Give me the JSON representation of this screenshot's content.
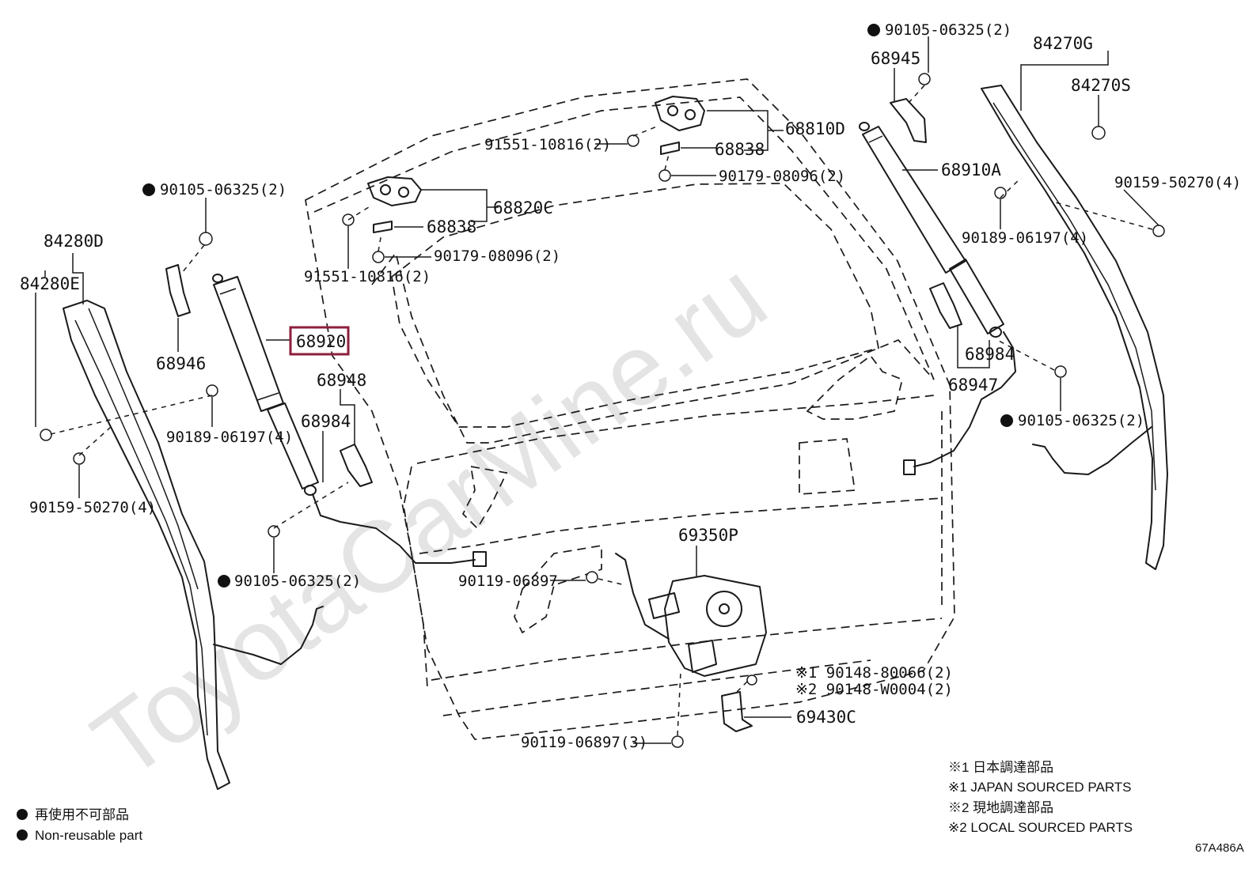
{
  "watermark": "ToyotaCarMine.ru",
  "callouts": {
    "p90105_top": "90105-06325(2)",
    "p68945": "68945",
    "p84270G": "84270G",
    "p84270S": "84270S",
    "p68810D": "68810D",
    "p91551_top": "91551-10816(2)",
    "p68838_top": "68838",
    "p90179_top": "90179-08096(2)",
    "p68910A": "68910A",
    "p90159_right": "90159-50270(4)",
    "p90189_right": "90189-06197(4)",
    "p90105_left_top": "90105-06325(2)",
    "p68820C": "68820C",
    "p68838_mid": "68838",
    "p90179_mid": "90179-08096(2)",
    "p91551_mid": "91551-10816(2)",
    "p84280D": "84280D",
    "p84280E": "84280E",
    "p68946": "68946",
    "p68920": "68920",
    "p68948": "68948",
    "p68984_left": "68984",
    "p68984_right": "68984",
    "p68947": "68947",
    "p90105_right": "90105-06325(2)",
    "p90189_left": "90189-06197(4)",
    "p90159_left": "90159-50270(4)",
    "p69350P": "69350P",
    "p90119_a": "90119-06897",
    "p90105_left_bot": "90105-06325(2)",
    "p90148_1": "※1 90148-80066(2)",
    "p90148_2": "※2 90148-W0004(2)",
    "p69430C": "69430C",
    "p90119_b": "90119-06897(3)"
  },
  "highlight_part": "68920",
  "legend": {
    "non_reusable_jp": "再使用不可部品",
    "non_reusable_en": "Non-reusable part",
    "note1_jp": "※1 日本調達部品",
    "note1_en": "※1 JAPAN SOURCED PARTS",
    "note2_jp": "※2 現地調達部品",
    "note2_en": "※2 LOCAL SOURCED PARTS"
  },
  "figure_code": "67A486A",
  "colors": {
    "highlight": "#8e1e3c",
    "line": "#1a1a1a",
    "watermark": "#e4e4e4"
  }
}
